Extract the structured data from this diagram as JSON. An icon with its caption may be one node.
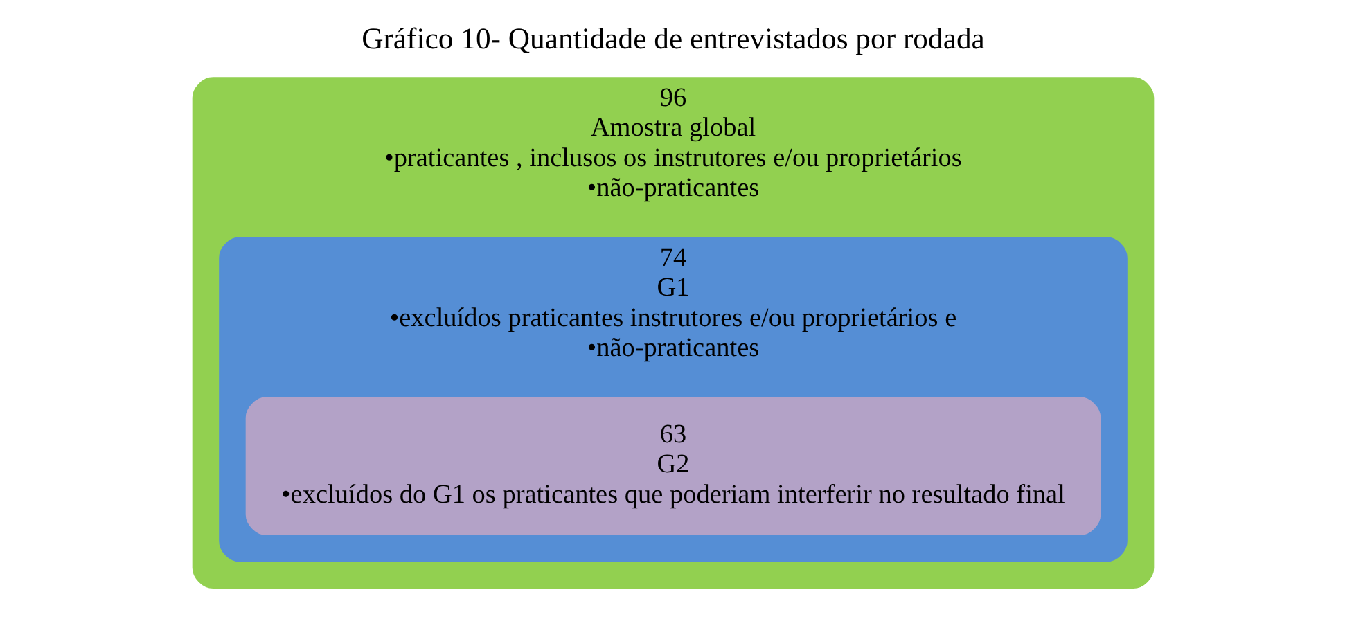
{
  "diagram": {
    "title": "Gráfico 10- Quantidade de entrevistados por rodada",
    "nodes": [
      {
        "text": [
          "96",
          "Amostra global",
          "•praticantes , inclusos os instrutores e/ou proprietários",
          "•não-praticantes"
        ]
      },
      {
        "text": [
          "74",
          "G1",
          "•excluídos praticantes instrutores e/ou proprietários e",
          "•não-praticantes"
        ],
        "in": 0
      },
      {
        "text": [
          "63",
          "G2",
          "•excluídos do G1 os praticantes que poderiam interferir no resultado final"
        ],
        "in": 1
      }
    ],
    "edges": []
  }
}
